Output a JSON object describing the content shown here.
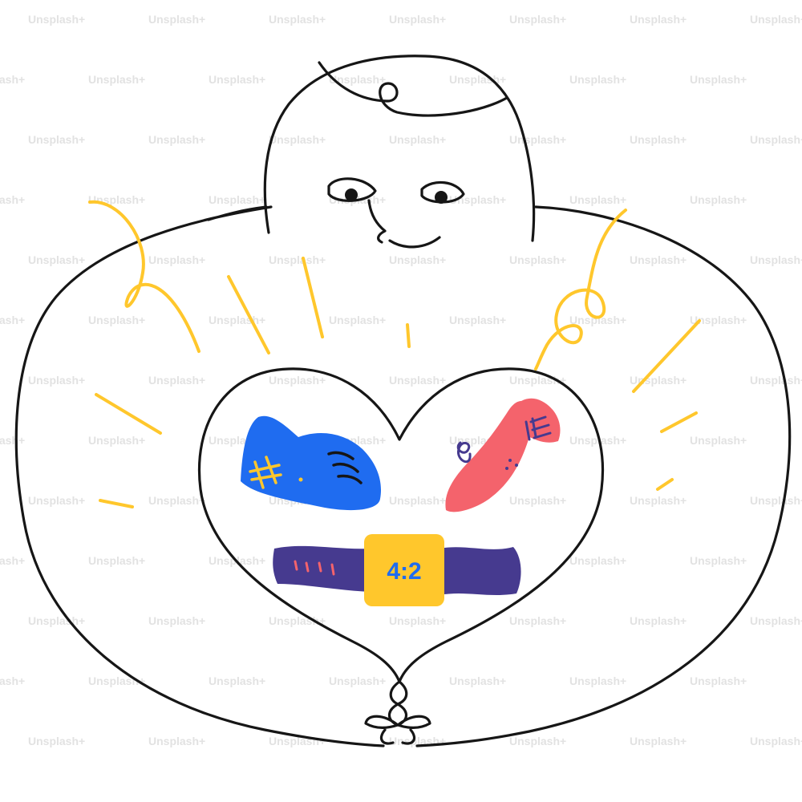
{
  "watermark": {
    "text": "Unsplash+"
  },
  "watch": {
    "time": "4:2"
  },
  "colors": {
    "ink": "#161616",
    "accent_yellow": "#ffc72c",
    "shoe_blue": "#1f6cf0",
    "sock_pink": "#f4636c",
    "strap_purple": "#463a8f",
    "watch_face": "#ffc72c",
    "watch_digits": "#1f6cf0",
    "watermark": "#e2e2e2"
  },
  "icons": [
    "sneaker-icon",
    "sock-icon",
    "smartwatch-icon",
    "heart-shape"
  ]
}
